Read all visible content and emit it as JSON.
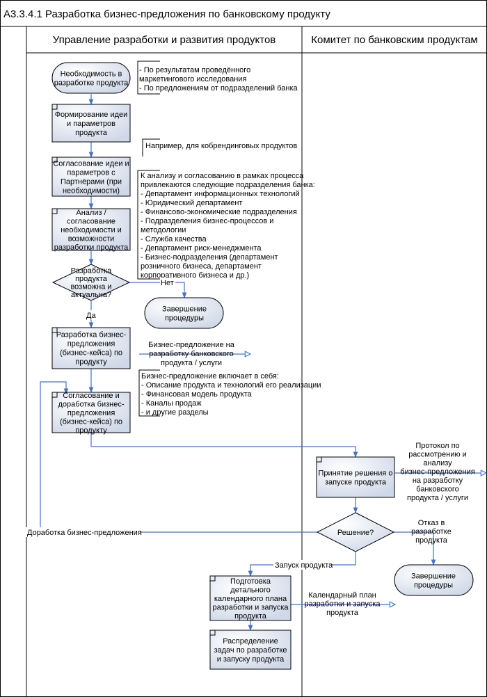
{
  "title": "А3.3.4.1 Разработка бизнес-предложения по банковскому продукту",
  "lanes": {
    "left": "Управление разработки и развития продуктов",
    "right": "Комитет по банковским продуктам"
  },
  "nodes": {
    "start": [
      "Необходимость в",
      "разработке продукта"
    ],
    "idea": [
      "Формирование идеи",
      "и параметров",
      "продукта"
    ],
    "partners": [
      "Согласование идеи и",
      "параметров с",
      "Партнёрами (при",
      "необходимости)"
    ],
    "analysis": [
      "Анализ /",
      "согласование",
      "необходимости и",
      "возможности",
      "разработки продукта"
    ],
    "decision1": [
      "Разработка",
      "продукта",
      "возможна и",
      "актуальна?"
    ],
    "end1": [
      "Завершение",
      "процедуры"
    ],
    "develop": [
      "Разработка бизнес-",
      "предложения",
      "(бизнес-кейса) по",
      "продукту"
    ],
    "agree": [
      "Согласование и",
      "доработка бизнес-",
      "предложения",
      "(бизнес-кейса) по",
      "продукту"
    ],
    "accept": [
      "Принятие решения о",
      "запуске продукта"
    ],
    "decision2": [
      "Решение?"
    ],
    "end2": [
      "Завершение",
      "процедуры"
    ],
    "plan": [
      "Подготовка",
      "детального",
      "календарного плана",
      "разработки и запуска",
      "продукта"
    ],
    "distribute": [
      "Распределение",
      "задач по разработке",
      "и запуску продукта"
    ]
  },
  "annotations": {
    "start_note": [
      "- По результатам проведённого",
      "маркетингового исследования",
      "- По предложениям от подразделений банка"
    ],
    "partners_note": [
      "Например, для кобрендинговых продуктов"
    ],
    "analysis_note": [
      "К анализу и согласованию в рамках процесса",
      "привлекаются следующие подразделения банка:",
      "- Департамент информационных технологий",
      "- Юридический департамент",
      "- Финансово-экономические подразделения",
      "- Подразделения бизнес-процессов и",
      "методологии",
      "- Служба качества",
      "- Департамент риск-менеджмента",
      "- Бизнес-подразделения (департамент",
      "розничного бизнеса, департамент",
      "корпоративного бизнеса и др.)"
    ],
    "content_note": [
      "Бизнес-предложение включает в себя:",
      "- Описание продукта и технологий его реализации",
      "- Финансовая модель продукта",
      "- Каналы продаж",
      "- и другие разделы"
    ]
  },
  "outputs": {
    "proposal": [
      "Бизнес-предложение на",
      "разработку банковского",
      "продукта / услуги"
    ],
    "protocol": [
      "Протокол по",
      "рассмотрению и",
      "анализу",
      "бизнес-предложения",
      "на разработку",
      "банковского",
      "продукта / услуги"
    ],
    "calendar": [
      "Календарный план",
      "разработки и запуска",
      "продукта"
    ]
  },
  "labels": {
    "no": "Нет",
    "yes": "Да",
    "rework": "Доработка бизнес-предложения",
    "launch": "Запуск продукта",
    "refusal": [
      "Отказ в",
      "разработке",
      "продукта"
    ]
  },
  "colors": {
    "line": "#4472c4",
    "shape_fill": "#dde4ef",
    "border": "#000000"
  }
}
